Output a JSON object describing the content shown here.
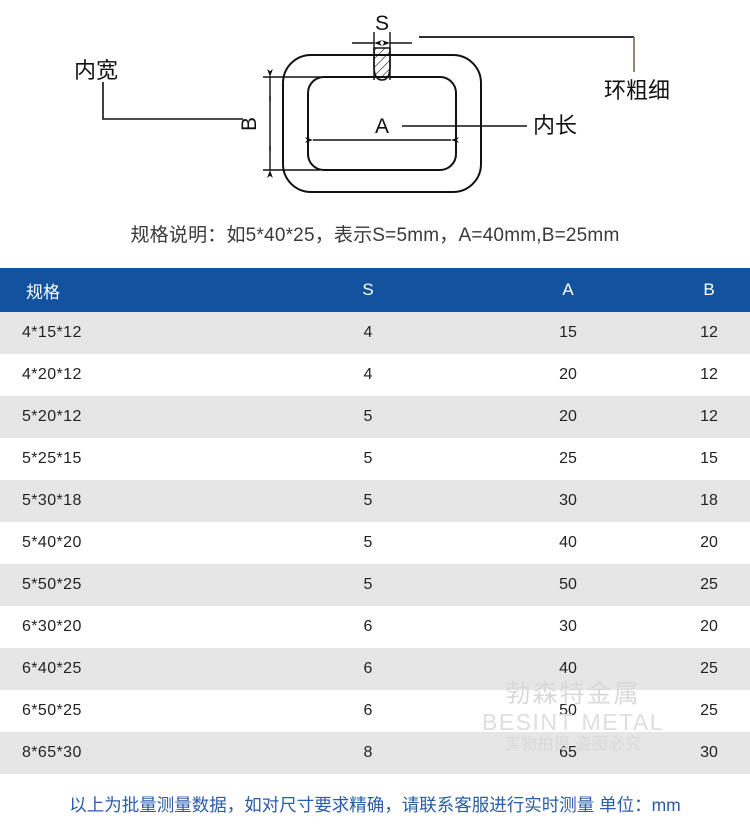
{
  "diagram": {
    "labels": {
      "s": "S",
      "a": "A",
      "b": "B",
      "inner_width": "内宽",
      "inner_length": "内长",
      "ring_thickness": "环粗细"
    },
    "line_color": "#111111",
    "leader_color": "#8a7560"
  },
  "spec_note": "规格说明：如5*40*25，表示S=5mm，A=40mm,B=25mm",
  "table": {
    "header_bg": "#12529e",
    "row_alt_bg": "#e6e6e6",
    "columns": [
      "规格",
      "S",
      "A",
      "B"
    ],
    "rows": [
      {
        "spec": "4*15*12",
        "s": "4",
        "a": "15",
        "b": "12"
      },
      {
        "spec": "4*20*12",
        "s": "4",
        "a": "20",
        "b": "12"
      },
      {
        "spec": "5*20*12",
        "s": "5",
        "a": "20",
        "b": "12"
      },
      {
        "spec": "5*25*15",
        "s": "5",
        "a": "25",
        "b": "15"
      },
      {
        "spec": "5*30*18",
        "s": "5",
        "a": "30",
        "b": "18"
      },
      {
        "spec": "5*40*20",
        "s": "5",
        "a": "40",
        "b": "20"
      },
      {
        "spec": "5*50*25",
        "s": "5",
        "a": "50",
        "b": "25"
      },
      {
        "spec": "6*30*20",
        "s": "6",
        "a": "30",
        "b": "20"
      },
      {
        "spec": "6*40*25",
        "s": "6",
        "a": "40",
        "b": "25"
      },
      {
        "spec": "6*50*25",
        "s": "6",
        "a": "50",
        "b": "25"
      },
      {
        "spec": "8*65*30",
        "s": "8",
        "a": "65",
        "b": "30"
      }
    ]
  },
  "watermark": {
    "brand_cn": "勃森特金属",
    "brand_en": "BESINT METAL",
    "notice": "实物拍摄 盗图必究"
  },
  "footer_note": "以上为批量测量数据，如对尺寸要求精确，请联系客服进行实时测量 单位：mm",
  "footer_color": "#2a5ca8"
}
